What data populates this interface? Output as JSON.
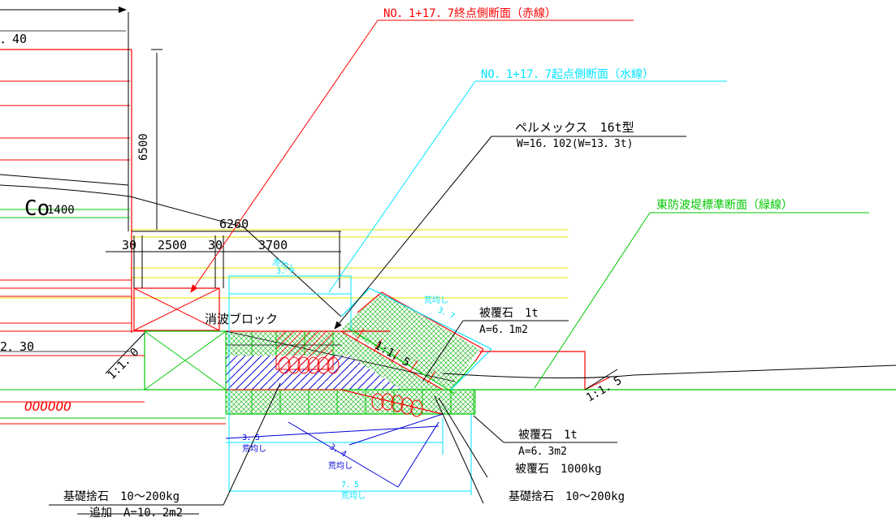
{
  "colors": {
    "red": "#ff0000",
    "cyan": "#00e5ff",
    "green": "#00c800",
    "black": "#000000",
    "blue": "#0000dd",
    "yellow": "#e6e600"
  },
  "labels": {
    "section_red": "NO．1+17．7終点側断面（赤線）",
    "section_cyan": "NO．1+17．7起点側断面（水線）",
    "section_green": "東防波堤標準断面（緑線）",
    "block_name": "ペルメックス　16t型",
    "block_weight": "W=16．102(W=13．3t)",
    "wave_block": "消波ブロック",
    "armor_top_title": "被覆石　1t",
    "armor_top_area": "A=6．1m2",
    "armor_bot_title": "被覆石　1t",
    "armor_bot_area": "A=6．3m2",
    "armor_1000": "被覆石　1000kg",
    "found_right": "基礎捨石　10～200kg",
    "found_left_title": "基礎捨石　10～200kg",
    "found_left_add": "追加　A=10．2m2",
    "elev_top": "．40",
    "elev_mid": "2．30",
    "co_label": "Co",
    "co_sub": "1400",
    "coil": "OOOOOO"
  },
  "dimensions": {
    "d6500": "6500",
    "d6260": "6260",
    "d30a": "30",
    "d2500": "2500",
    "d30b": "30",
    "d3700": "3700"
  },
  "annotations": {
    "rough_top_word": "荒均し",
    "rough_top_val": "3．7",
    "rough_slope_word": "荒均し",
    "rough_slope_val": "3．7",
    "rough_35_val": "3．5",
    "rough_35_word": "荒均し",
    "rough_34_val": "3．4",
    "rough_34_word": "荒均し",
    "rough_75_val": "7．5",
    "rough_75_word": "荒均し",
    "slope_15_upper": "1:1．5",
    "slope_10": "1:1．0",
    "slope_15_right": "1:1．5"
  }
}
